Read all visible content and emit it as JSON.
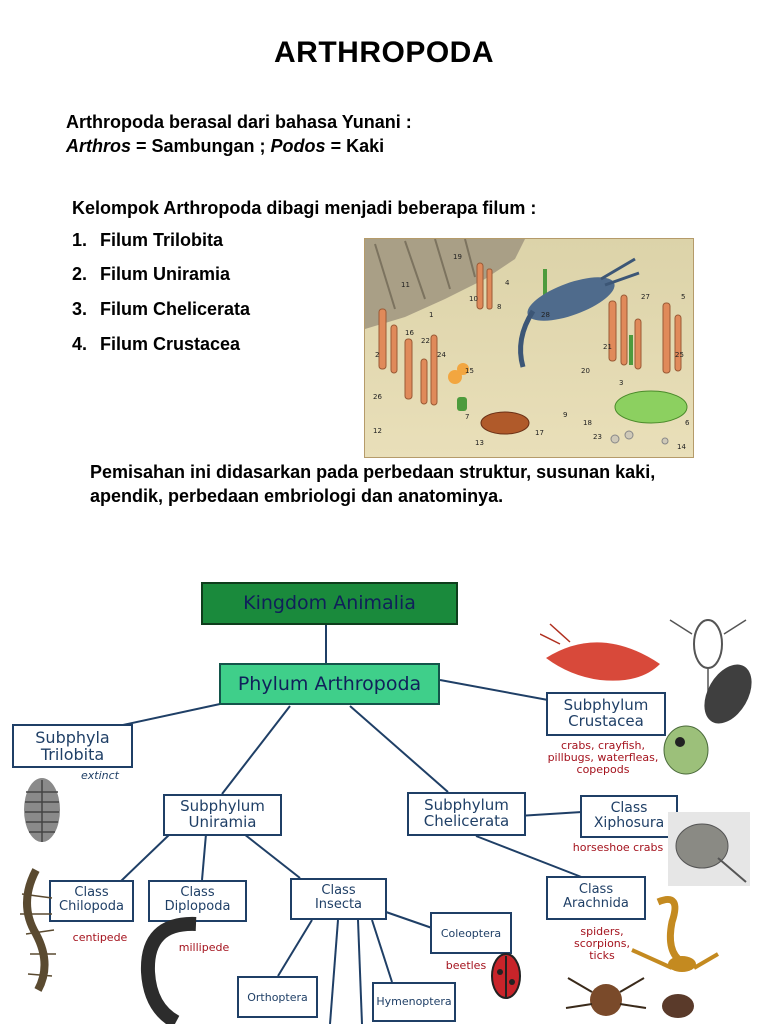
{
  "title": "ARTHROPODA",
  "intro": {
    "line1": "Arthropoda berasal dari bahasa Yunani :",
    "term1": "Arthros",
    "meaning1": " = Sambungan ; ",
    "term2": "Podos",
    "meaning2": " = Kaki"
  },
  "lead": "Kelompok Arthropoda dibagi menjadi beberapa filum :",
  "filum": [
    {
      "num": "1.",
      "name": "Filum Trilobita"
    },
    {
      "num": "2.",
      "name": "Filum Uniramia"
    },
    {
      "num": "3.",
      "name": "Filum Chelicerata"
    },
    {
      "num": "4.",
      "name": "Filum Crustacea"
    }
  ],
  "note": "Pemisahan ini didasarkan pada perbedaan struktur, susunan kaki, apendik, perbedaan embriologi dan anatominya.",
  "fossil_labels": [
    "19",
    "11",
    "10",
    "8",
    "28",
    "27",
    "5",
    "22",
    "16",
    "2",
    "24",
    "21",
    "25",
    "26",
    "12",
    "13",
    "17",
    "7",
    "9",
    "15",
    "20",
    "23",
    "14",
    "18",
    "1",
    "4",
    "3",
    "6"
  ],
  "diagram": {
    "kingdom": "Kingdom Animalia",
    "phylum": "Phylum Arthropoda",
    "trilobita": [
      "Subphyla",
      "Trilobita"
    ],
    "trilobita_note": "extinct",
    "crustacea": [
      "Subphylum",
      "Crustacea"
    ],
    "crustacea_note": [
      "crabs, crayfish,",
      "pillbugs, waterfleas,",
      "copepods"
    ],
    "uniramia": [
      "Subphylum",
      "Uniramia"
    ],
    "chelicerata": [
      "Subphylum",
      "Chelicerata"
    ],
    "xiphosura": [
      "Class",
      "Xiphosura"
    ],
    "xiphosura_note": "horseshoe crabs",
    "chilopoda": [
      "Class",
      "Chilopoda"
    ],
    "chilopoda_note": "centipede",
    "diplopoda": [
      "Class",
      "Diplopoda"
    ],
    "diplopoda_note": "millipede",
    "insecta": [
      "Class",
      "Insecta"
    ],
    "arachnida": [
      "Class",
      "Arachnida"
    ],
    "arachnida_note": [
      "spiders,",
      "scorpions,",
      "ticks"
    ],
    "coleoptera": "Coleoptera",
    "coleoptera_note": "beetles",
    "orthoptera": "Orthoptera",
    "hymenoptera": "Hymenoptera"
  },
  "colors": {
    "box_border": "#1f3f66",
    "kingdom_fill": "#1a8a3c",
    "phylum_fill": "#3fcf8a",
    "caption_red": "#a4121d"
  }
}
